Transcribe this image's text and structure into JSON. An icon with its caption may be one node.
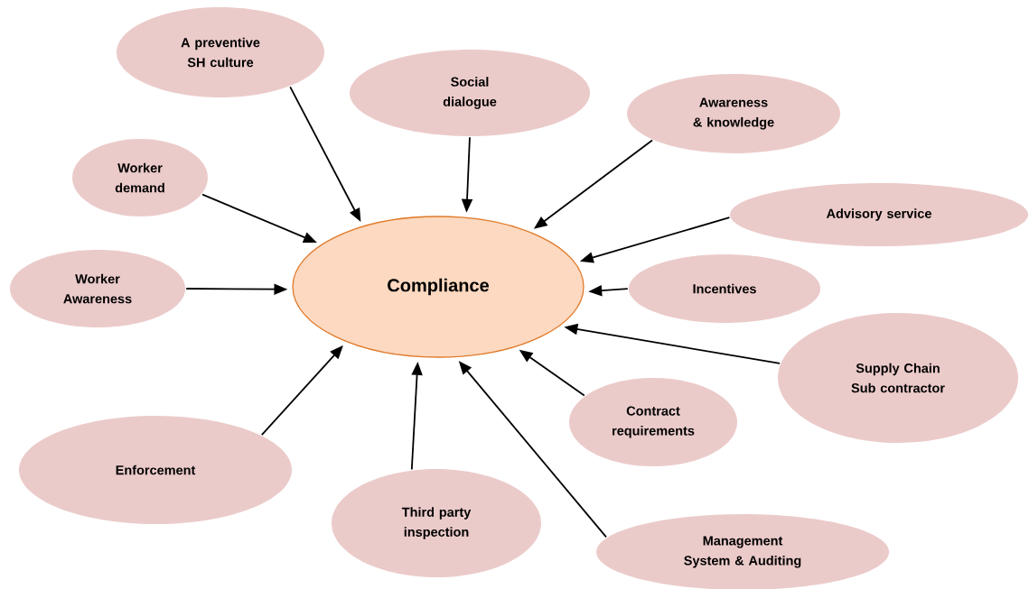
{
  "diagram": {
    "nodes": [
      {
        "text": [
          "A preventive SH culture"
        ]
      },
      {
        "text": [
          "Social dialogue"
        ]
      },
      {
        "text": [
          "Awareness & knowledge"
        ]
      },
      {
        "text": [
          "Worker demand"
        ]
      },
      {
        "text": [
          "Advisory service"
        ]
      },
      {
        "text": [
          "Worker Awareness"
        ]
      },
      {
        "text": [
          "Compliance"
        ]
      },
      {
        "text": [
          "Incentives"
        ]
      },
      {
        "text": [
          "Supply Chain Sub contractor"
        ]
      },
      {
        "text": [
          "Contract requirements"
        ]
      },
      {
        "text": [
          "Enforcement"
        ]
      },
      {
        "text": [
          "Third party inspection"
        ]
      },
      {
        "text": [
          "Management System & Auditing"
        ]
      }
    ],
    "edges": [
      {
        "from": 0,
        "to": 6,
        "arrow": "to"
      },
      {
        "from": 1,
        "to": 6,
        "arrow": "to"
      },
      {
        "from": 2,
        "to": 6,
        "arrow": "to"
      },
      {
        "from": 3,
        "to": 6,
        "arrow": "to"
      },
      {
        "from": 4,
        "to": 6,
        "arrow": "to"
      },
      {
        "from": 5,
        "to": 6,
        "arrow": "to"
      },
      {
        "from": 7,
        "to": 6,
        "arrow": "to"
      },
      {
        "from": 8,
        "to": 6,
        "arrow": "to"
      },
      {
        "from": 9,
        "to": 6,
        "arrow": "to"
      },
      {
        "from": 10,
        "to": 6,
        "arrow": "to"
      },
      {
        "from": 11,
        "to": 6,
        "arrow": "to"
      },
      {
        "from": 12,
        "to": 6,
        "arrow": "to"
      }
    ]
  }
}
